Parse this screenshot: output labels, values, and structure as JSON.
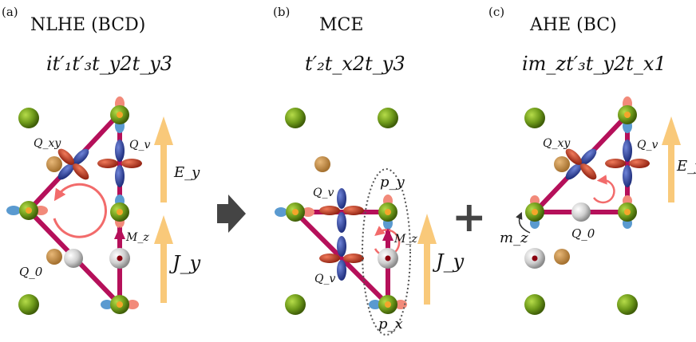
{
  "panels": [
    {
      "tag": "(a)",
      "title": "NLHE (BCD)",
      "formula": "it′₁t′₃t_y2t_y3",
      "labels": {
        "qxy": "Q_xy",
        "qv": "Q_v",
        "q0": "Q_0",
        "ey": "E_y",
        "jy": "J_y",
        "mz": "M_z"
      }
    },
    {
      "tag": "(b)",
      "title": "MCE",
      "formula": "t′₂t_x2t_y3",
      "labels": {
        "qv_top": "Q_v",
        "qv_bottom": "Q_v",
        "py": "p_y",
        "px": "p_x",
        "mz": "M_z",
        "jy": "J_y"
      }
    },
    {
      "tag": "(c)",
      "title": "AHE (BC)",
      "formula": "im_zt′₃t_y2t_x1",
      "labels": {
        "qxy": "Q_xy",
        "qv": "Q_v",
        "q0": "Q_0",
        "mz": "m_z",
        "ey": "E_y"
      }
    }
  ],
  "operators": {
    "arrow": "⇒",
    "plus": "+"
  },
  "colors": {
    "bond": "#b5105a",
    "arrow": "#f9c97a",
    "green": "#6e9a1a",
    "bronze": "#c9924a",
    "loop": "#f26b6b",
    "orbital_blue": "#2a3f9a",
    "orbital_red": "#b8301f",
    "lobe_pink": "#f28a7a",
    "lobe_blue": "#5a9ad0",
    "dotted": "#555555",
    "big_arrow": "#444444"
  }
}
